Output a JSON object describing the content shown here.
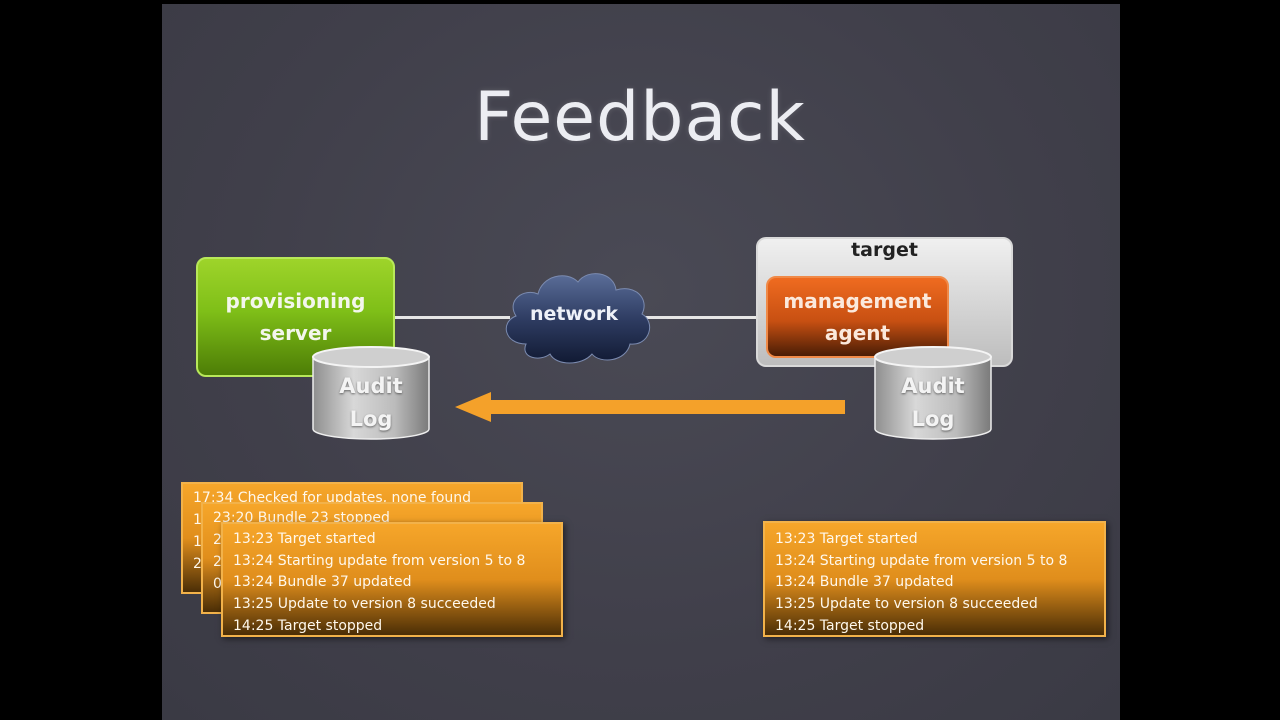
{
  "title": "Feedback",
  "nodes": {
    "provisioning_server": [
      "provisioning",
      "server"
    ],
    "network": "network",
    "target": "target",
    "management_agent": [
      "management",
      "agent"
    ],
    "audit_log": [
      "Audit",
      "Log"
    ]
  },
  "server_logs": {
    "back_2": "17:34 Checked for updates, none found",
    "back_1": "23:20 Bundle 23 stopped",
    "edge_chars": [
      "1",
      "2",
      "1",
      "2",
      "2",
      "0"
    ],
    "front": [
      "13:23 Target started",
      "13:24 Starting update from version 5 to 8",
      "13:24 Bundle 37 updated",
      "13:25 Update to version 8 succeeded",
      "14:25 Target stopped"
    ]
  },
  "target_log": [
    "13:23 Target started",
    "13:24 Starting update from version 5 to 8",
    "13:24 Bundle 37 updated",
    "13:25 Update to version 8 succeeded",
    "14:25 Target stopped"
  ],
  "colors": {
    "background": "#403f4a",
    "provisioning_green": "#8cc820",
    "agent_orange": "#ef6b20",
    "arrow_orange": "#f4a12a",
    "log_orange": "#f6a62a"
  }
}
